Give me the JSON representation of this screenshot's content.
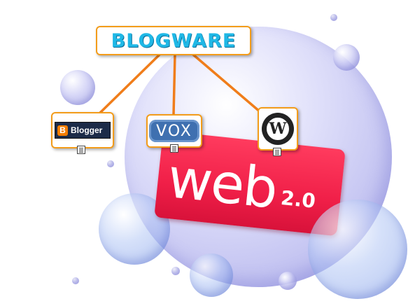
{
  "diagram": {
    "root": {
      "label": "BLOGWARE"
    },
    "children": [
      {
        "name": "Blogger",
        "logo_letter": "B",
        "logo_text": "Blogger"
      },
      {
        "name": "Vox",
        "logo_text": "VOX"
      },
      {
        "name": "WordPress",
        "logo_letter": "W"
      }
    ]
  },
  "banner": {
    "text": "web",
    "version": "2.0"
  },
  "colors": {
    "connector": "#f07d1a",
    "root_text": "#1fb8e6",
    "banner": "#f01f48",
    "bubble": "#aaaaeb"
  }
}
